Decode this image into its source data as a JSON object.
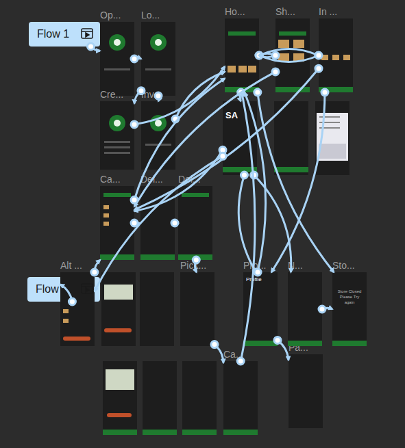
{
  "diagram": {
    "nodes": [
      {
        "text": [
          "Flow 1"
        ]
      },
      {
        "text": [
          "Op..."
        ]
      },
      {
        "text": [
          "Lo..."
        ]
      },
      {
        "text": [
          "Ho..."
        ]
      },
      {
        "text": [
          "Sh..."
        ]
      },
      {
        "text": [
          "In ..."
        ]
      },
      {
        "text": [
          "Cre..."
        ]
      },
      {
        "text": [
          "Inv..."
        ]
      },
      {
        "text": [
          "SA"
        ]
      },
      {
        "text": [
          "Ca..."
        ]
      },
      {
        "text": [
          "Del..."
        ]
      },
      {
        "text": [
          "Del..."
        ]
      },
      {
        "text": [
          "Flow 2"
        ]
      },
      {
        "text": [
          "Alt ..."
        ]
      },
      {
        "text": [
          "Pro...",
          "Profile"
        ]
      },
      {
        "text": [
          "N..."
        ]
      },
      {
        "text": [
          "Sto...",
          "Store Closed Please Try again"
        ]
      },
      {
        "text": [
          "Pa..."
        ]
      },
      {
        "text": [
          "Ca..."
        ]
      },
      {
        "text": [
          "Pick..."
        ]
      }
    ],
    "edges": [
      {
        "from": 0,
        "to": 1,
        "arrow": "to"
      },
      {
        "from": 1,
        "to": 2,
        "arrow": "to"
      },
      {
        "from": 2,
        "to": 6,
        "arrow": "to"
      },
      {
        "from": 2,
        "to": 7,
        "arrow": "to"
      },
      {
        "from": 6,
        "to": 3,
        "arrow": "to"
      },
      {
        "from": 7,
        "to": 3,
        "arrow": "to"
      },
      {
        "from": 3,
        "to": 4,
        "arrow": "to"
      },
      {
        "from": 3,
        "to": 5,
        "arrow": "to"
      },
      {
        "from": 4,
        "to": 3,
        "arrow": "to"
      },
      {
        "from": 5,
        "to": 3,
        "arrow": "to"
      },
      {
        "from": 3,
        "to": 8,
        "arrow": "to"
      },
      {
        "from": 8,
        "to": 9,
        "arrow": "to"
      },
      {
        "from": 9,
        "to": 10,
        "arrow": "to"
      },
      {
        "from": 10,
        "to": 11,
        "arrow": "to"
      },
      {
        "from": 4,
        "to": 9,
        "arrow": "to"
      },
      {
        "from": 5,
        "to": 9,
        "arrow": "to"
      },
      {
        "from": 8,
        "to": 14,
        "arrow": "to"
      },
      {
        "from": 8,
        "to": 15,
        "arrow": "to"
      },
      {
        "from": 3,
        "to": 16,
        "arrow": "to"
      },
      {
        "from": 14,
        "to": 17,
        "arrow": "to"
      },
      {
        "from": 12,
        "to": 13,
        "arrow": "to"
      },
      {
        "from": 13,
        "to": 9,
        "arrow": "to"
      },
      {
        "from": 11,
        "to": 19,
        "arrow": "to"
      },
      {
        "from": 19,
        "to": 18,
        "arrow": "to"
      },
      {
        "from": 14,
        "to": 3,
        "arrow": "to"
      },
      {
        "from": 15,
        "to": 16,
        "arrow": "to"
      },
      {
        "from": 18,
        "to": 3,
        "arrow": "to"
      },
      {
        "from": 9,
        "to": 3,
        "arrow": "to"
      },
      {
        "from": 8,
        "to": 13,
        "arrow": "to"
      },
      {
        "from": 5,
        "to": 14,
        "arrow": "to"
      }
    ]
  }
}
